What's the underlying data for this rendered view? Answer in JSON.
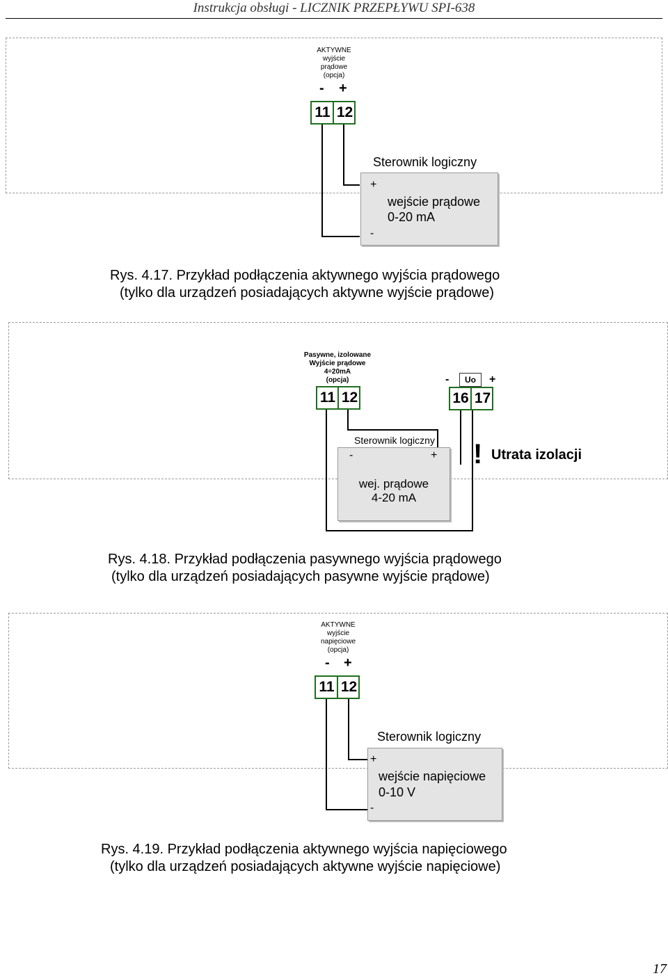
{
  "header": {
    "title": "Instrukcja obsługi - LICZNIK PRZEPŁYWU SPI-638"
  },
  "fig17": {
    "out_label_1": "AKTYWNE",
    "out_label_2": "wyjście",
    "out_label_3": "prądowe",
    "out_label_4": "(opcja)",
    "minus": "-",
    "plus": "+",
    "term_a": "11",
    "term_b": "12",
    "plc_title": "Sterownik logiczny",
    "plc_plus": "+",
    "plc_minus": "-",
    "input_line1": "wejście prądowe",
    "input_line2": "0-20 mA",
    "caption_line1": "Rys. 4.17. Przykład podłączenia aktywnego wyjścia prądowego",
    "caption_line2": "(tylko dla urządzeń posiadających aktywne wyjście prądowe)"
  },
  "fig18": {
    "out_label_1": "Pasywne, izolowane",
    "out_label_2": "Wyjście prądowe",
    "out_label_3": "4÷20mA",
    "out_label_4": "(opcja)",
    "term_a": "11",
    "term_b": "12",
    "uo_minus": "-",
    "uo_label": "Uo",
    "uo_plus": "+",
    "term_c": "16",
    "term_d": "17",
    "plc_title": "Sterownik logiczny",
    "plc_minus": "-",
    "plc_plus": "+",
    "input_line1": "wej. prądowe",
    "input_line2": "4-20 mA",
    "warn_mark": "!",
    "warn_text": "Utrata izolacji",
    "caption_line1": "Rys. 4.18. Przykład podłączenia pasywnego wyjścia prądowego",
    "caption_line2": "(tylko dla urządzeń posiadających pasywne wyjście prądowe)"
  },
  "fig19": {
    "out_label_1": "AKTYWNE",
    "out_label_2": "wyjście",
    "out_label_3": "napięciowe",
    "out_label_4": "(opcja)",
    "minus": "-",
    "plus": "+",
    "term_a": "11",
    "term_b": "12",
    "plc_title": "Sterownik logiczny",
    "plc_plus": "+",
    "plc_minus": "-",
    "input_line1": "wejście napięciowe",
    "input_line2": "0-10 V",
    "caption_line1": "Rys. 4.19. Przykład podłączenia aktywnego wyjścia napięciowego",
    "caption_line2": "(tylko dla urządzeń posiadających aktywne wyjście napięciowe)"
  },
  "footer": {
    "page_number": "17"
  }
}
